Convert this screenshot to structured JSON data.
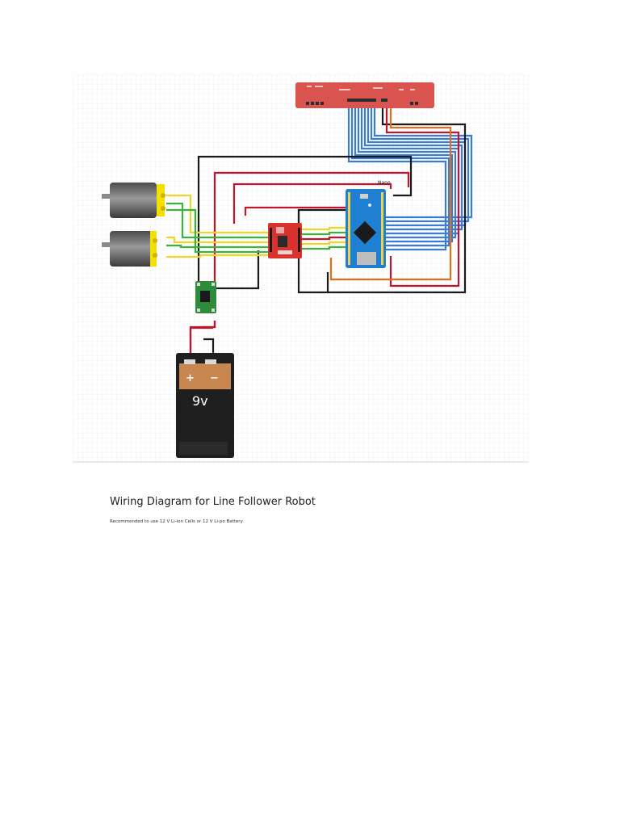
{
  "labels": {
    "nano": "Nano",
    "battery_plus": "+",
    "battery_minus": "−",
    "battery_voltage": "9v"
  },
  "caption": {
    "title": "Wiring Diagram for Line Follower Robot",
    "note": "Recommended to use 12 V Li-ion Cells or 12 V Li-po Battery"
  },
  "colors": {
    "grid": "#dfe6ee",
    "sensor_board": "#d9534f",
    "motor_driver": "#d9322e",
    "arduino": "#1f7fd0",
    "regulator": "#2e8b3a",
    "battery_top": "#c7874f",
    "battery_body": "#1f1f1f",
    "motor_terminal": "#f4e000",
    "wire_blue": "#3a7bd5",
    "wire_red": "#c0152b",
    "wire_black": "#1a1a1a",
    "wire_orange": "#e0701c",
    "wire_green": "#3bb33b",
    "wire_yellow": "#f2d32a"
  }
}
